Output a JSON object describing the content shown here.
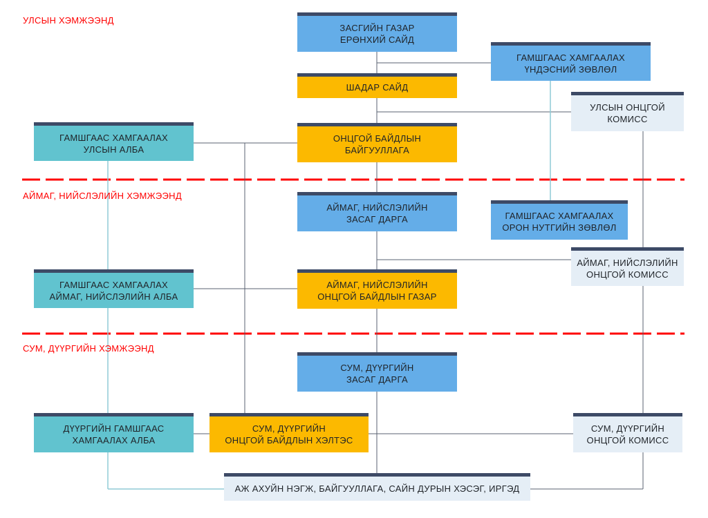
{
  "levels": {
    "national": "УЛСЫН ХЭМЖЭЭНД",
    "aimag": "АЙМАГ, НИЙСЛЭЛИЙН ХЭМЖЭЭНД",
    "soum": "СУМ, ДҮҮРГИЙН ХЭМЖЭЭНД"
  },
  "nodes": {
    "prime_minister": "ЗАСГИЙН ГАЗАР\nЕРӨНХИЙ САЙД",
    "national_council": "ГАМШГААС ХАМГААЛАХ\nҮНДЭСНИЙ ЗӨВЛӨЛ",
    "deputy_pm": "ШАДАР САЙД",
    "state_commission": "УЛСЫН ОНЦГОЙ\nКОМИСС",
    "national_agency": "ГАМШГААС ХАМГААЛАХ\nУЛСЫН АЛБА",
    "emergency_org": "ОНЦГОЙ БАЙДЛЫН\nБАЙГУУЛЛАГА",
    "aimag_governor": "АЙМАГ, НИЙСЛЭЛИЙН\nЗАСАГ ДАРГА",
    "local_council": "ГАМШГААС ХАМГААЛАХ\nОРОН НУТГИЙН ЗӨВЛӨЛ",
    "aimag_commission": "АЙМАГ, НИЙСЛЭЛИЙН\nОНЦГОЙ КОМИСС",
    "aimag_agency": "ГАМШГААС ХАМГААЛАХ\nАЙМАГ, НИЙСЛЭЛИЙН АЛБА",
    "aimag_emergency": "АЙМАГ, НИЙСЛЭЛИЙН\nОНЦГОЙ БАЙДЛЫН ГАЗАР",
    "soum_governor": "СУМ, ДҮҮРГИЙН\nЗАСАГ ДАРГА",
    "district_agency": "ДҮҮРГИЙН ГАМШГААС\nХАМГААЛАХ АЛБА",
    "soum_emergency": "СУМ, ДҮҮРГИЙН\nОНЦГОЙ БАЙДЛЫН ХЭЛТЭС",
    "soum_commission": "СУМ, ДҮҮРГИЙН\nОНЦГОЙ КОМИСС",
    "citizens": "АЖ АХУЙН НЭГЖ, БАЙГУУЛЛАГА, САЙН ДУРЫН ХЭСЭГ, ИРГЭД"
  },
  "colors": {
    "blue": "#64ade8",
    "orange": "#fcb900",
    "teal": "#61c3cf",
    "pale": "#e5eef6",
    "header_bar": "#3d4a66",
    "level_divider": "#ff0000"
  }
}
